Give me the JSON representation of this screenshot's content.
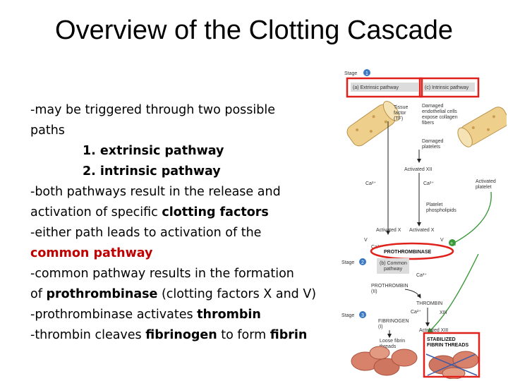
{
  "title": "Overview of the Clotting Cascade",
  "body": {
    "l1": "-may be triggered through two possible",
    "l2": "paths",
    "l3": "1. extrinsic pathway",
    "l4": "2. intrinsic pathway",
    "l5": "-both pathways result in the release and",
    "l6_pre": "activation of specific ",
    "l6_bold": "clotting factors",
    "l7": "-either path leads to activation of the",
    "l8": "common pathway",
    "l9": "-common pathway results in the formation",
    "l10_pre": "of ",
    "l10_bold": "prothrombinase",
    "l10_post": " (clotting factors X and V)",
    "l11_pre": "-prothrombinase activates ",
    "l11_bold": "thrombin",
    "l12_pre": "-thrombin cleaves ",
    "l12_bold1": "fibrinogen",
    "l12_mid": " to form ",
    "l12_bold2": "fibrin"
  },
  "diagram": {
    "stage1": "Stage",
    "stage1_num": "1",
    "stage2": "Stage",
    "stage2_num": "2",
    "stage3": "Stage",
    "stage3_num": "3",
    "extrinsic": "(a) Extrinsic pathway",
    "intrinsic": "(c) Intrinsic pathway",
    "tissue1": "Tissue",
    "tissue2": "factor",
    "tissue3": "(TF)",
    "damaged1": "Damaged",
    "damaged2": "endothelial cells",
    "damaged3": "expose collagen",
    "damaged4": "fibers",
    "damaged_pl1": "Damaged",
    "damaged_pl2": "platelets",
    "act_xii": "Activated XII",
    "ca1": "Ca²⁺",
    "ca2": "Ca²⁺",
    "act_plt1": "Activated",
    "act_plt2": "platelet",
    "plt_phos1": "Platelet",
    "plt_phos2": "phospholipids",
    "act_x1": "Activated X",
    "act_x2": "Activated X",
    "v": "V",
    "v2": "V",
    "ca3": "Ca²⁺",
    "prothrombinase": "PROTHROMBINASE",
    "common1": "(b) Common",
    "common2": "pathway",
    "ca4": "Ca²⁺",
    "prothrombin1": "PROTHROMBIN",
    "prothrombin2": "(II)",
    "thrombin": "THROMBIN",
    "ca5": "Ca²⁺",
    "xiii": "XIII",
    "fibrinogen1": "FIBRINOGEN",
    "fibrinogen2": "(I)",
    "act_xiii": "Activated XIII",
    "loose1": "Loose fibrin",
    "loose2": "threads",
    "stab1": "STABILIZED",
    "stab2": "FIBRIN THREADS",
    "plus": "+"
  },
  "colors": {
    "highlight_box": "#e0201a",
    "green_arrow": "#3a9a3a",
    "accent_text": "#c00000"
  }
}
